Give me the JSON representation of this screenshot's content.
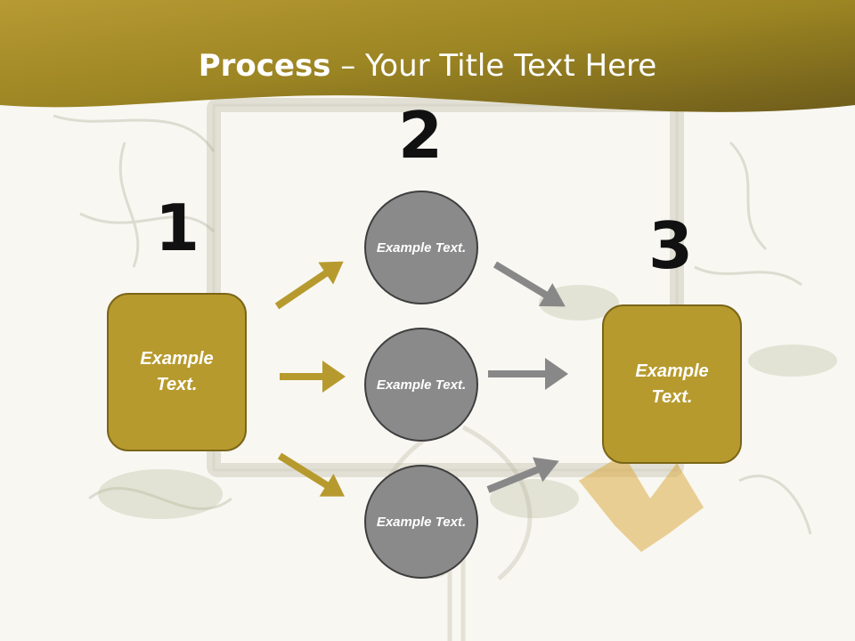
{
  "title": {
    "bold": "Process",
    "rest": " – Your Title Text Here"
  },
  "steps": [
    {
      "number": "1",
      "label": "Example Text."
    },
    {
      "number": "2",
      "label": "Example Text."
    },
    {
      "number": "3",
      "label": "Example Text."
    }
  ],
  "circles": [
    {
      "label": "Example Text."
    },
    {
      "label": "Example Text."
    },
    {
      "label": "Example Text."
    }
  ],
  "colors": {
    "header": "#9c8523",
    "box_fill": "#b79a2e",
    "circle_fill": "#8a8a8a",
    "arrow_gold": "#b79a2e",
    "arrow_gray": "#888888"
  }
}
